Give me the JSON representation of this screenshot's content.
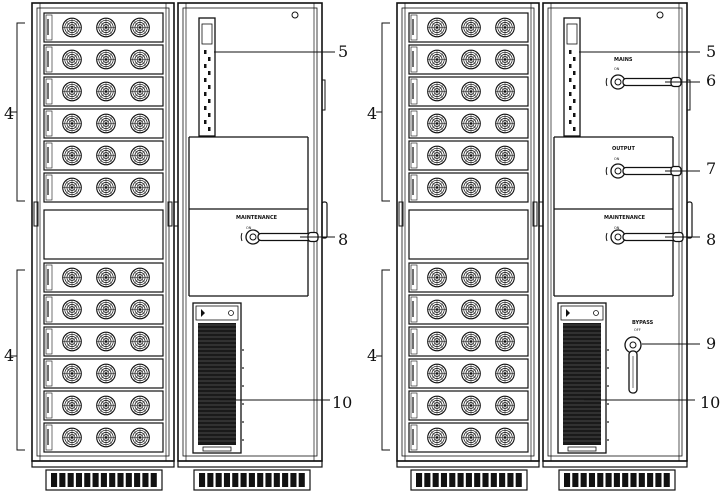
{
  "figure": {
    "callouts": {
      "power_modules": "4",
      "monitoring_unit": "5",
      "mains_switch": "6",
      "output_switch": "7",
      "maintenance_switch": "8",
      "bypass_switch": "9",
      "battery_grille": "10"
    },
    "switch_labels": {
      "mains": "MAINS",
      "output": "OUTPUT",
      "maintenance": "MAINTENANCE",
      "bypass": "BYPASS"
    },
    "switch_states": {
      "on": "ON",
      "off": "OFF"
    },
    "module_counts": {
      "upper_group": 6,
      "lower_group": 6,
      "fans_per_module": 3
    },
    "colors": {
      "line": "#111111",
      "background": "#ffffff",
      "panel_fill": "#ffffff",
      "grille_fill": "#1a1a1a"
    }
  }
}
